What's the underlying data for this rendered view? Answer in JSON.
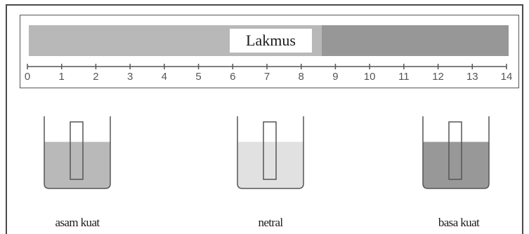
{
  "litmus_bar": {
    "label": "Lakmus",
    "acid_color": "#b8b8b8",
    "base_color": "#979797",
    "color_change_ph": 8.6
  },
  "ph_scale": {
    "min": 0,
    "max": 14,
    "ticks": [
      "0",
      "1",
      "2",
      "3",
      "4",
      "5",
      "6",
      "7",
      "8",
      "9",
      "10",
      "11",
      "12",
      "13",
      "14"
    ]
  },
  "beakers": [
    {
      "label": "asam kuat",
      "liquid_color": "#b9b9b9",
      "fill_level": 0.62
    },
    {
      "label": "netral",
      "liquid_color": "#e1e1e1",
      "fill_level": 0.62
    },
    {
      "label": "basa kuat",
      "liquid_color": "#989898",
      "fill_level": 0.62
    }
  ]
}
